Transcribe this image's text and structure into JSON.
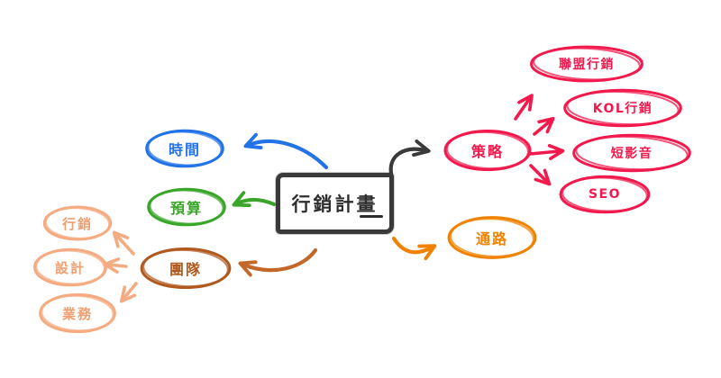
{
  "diagram": {
    "type": "mindmap",
    "central": {
      "label": "行銷計畫"
    },
    "nodes": {
      "time": {
        "label": "時間",
        "color": "#2273e8"
      },
      "budget": {
        "label": "預算",
        "color": "#3aa629"
      },
      "team": {
        "label": "團隊",
        "color": "#b0591e"
      },
      "marketing": {
        "label": "行銷",
        "color": "#f5ab81"
      },
      "design": {
        "label": "設計",
        "color": "#f5ab81"
      },
      "sales": {
        "label": "業務",
        "color": "#f5ab81"
      },
      "strategy": {
        "label": "策略",
        "color": "#f2194d"
      },
      "channel": {
        "label": "通路",
        "color": "#f08200"
      },
      "affiliate": {
        "label": "聯盟行銷",
        "color": "#f2194d"
      },
      "kol": {
        "label": "KOL行銷",
        "color": "#f2194d"
      },
      "short_video": {
        "label": "短影音",
        "color": "#f2194d"
      },
      "seo": {
        "label": "SEO",
        "color": "#f2194d"
      }
    },
    "edges": [
      {
        "from": "central",
        "to": "time",
        "color": "#2273e8"
      },
      {
        "from": "central",
        "to": "budget",
        "color": "#3aa629"
      },
      {
        "from": "central",
        "to": "team",
        "color": "#c4682a"
      },
      {
        "from": "central",
        "to": "strategy",
        "color": "#3a3a3a"
      },
      {
        "from": "central",
        "to": "channel",
        "color": "#f08200"
      },
      {
        "from": "strategy",
        "to": "affiliate",
        "color": "#f2194d"
      },
      {
        "from": "strategy",
        "to": "kol",
        "color": "#f2194d"
      },
      {
        "from": "strategy",
        "to": "short_video",
        "color": "#f2194d"
      },
      {
        "from": "strategy",
        "to": "seo",
        "color": "#f2194d"
      },
      {
        "from": "team",
        "to": "marketing",
        "color": "#f5ab81"
      },
      {
        "from": "team",
        "to": "design",
        "color": "#f5ab81"
      },
      {
        "from": "team",
        "to": "sales",
        "color": "#f5ab81"
      }
    ],
    "palette": {
      "blue": "#2273e8",
      "green": "#3aa629",
      "sienna": "#b0591e",
      "peach": "#f5ab81",
      "red": "#f2194d",
      "orange": "#f08200",
      "dark": "#3a3a3a",
      "background": "#ffffff"
    }
  }
}
